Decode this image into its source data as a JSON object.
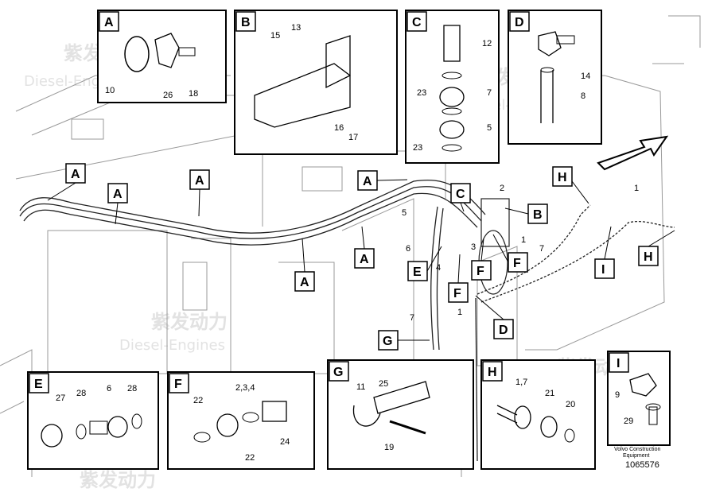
{
  "callouts": {
    "A1": "A",
    "A2": "A",
    "A3": "A",
    "A4": "A",
    "A5": "A",
    "A6": "A",
    "B": "B",
    "C": "C",
    "D": "D",
    "E": "E",
    "F1": "F",
    "F2": "F",
    "F3": "F",
    "G": "G",
    "H1": "H",
    "H2": "H",
    "I": "I"
  },
  "insets": {
    "A": {
      "letter": "A",
      "parts": [
        "10",
        "26",
        "18"
      ]
    },
    "B": {
      "letter": "B",
      "parts": [
        "13",
        "15",
        "16",
        "17"
      ]
    },
    "C": {
      "letter": "C",
      "parts": [
        "12",
        "23",
        "7",
        "5",
        "23"
      ]
    },
    "D": {
      "letter": "D",
      "parts": [
        "14",
        "8"
      ]
    },
    "E": {
      "letter": "E",
      "parts": [
        "27",
        "28",
        "6",
        "28"
      ]
    },
    "F": {
      "letter": "F",
      "parts": [
        "2,3,4",
        "22",
        "24",
        "22"
      ]
    },
    "G": {
      "letter": "G",
      "parts": [
        "11",
        "25",
        "19"
      ]
    },
    "H": {
      "letter": "H",
      "parts": [
        "1,7",
        "21",
        "20"
      ]
    },
    "I": {
      "letter": "I",
      "parts": [
        "9",
        "29"
      ]
    }
  },
  "main_labels": [
    "2",
    "1",
    "5",
    "6",
    "4",
    "3",
    "1",
    "7",
    "7",
    "1"
  ],
  "watermark": {
    "brand_cn": "紫发动力",
    "brand_en": "Diesel-Engines"
  },
  "footer": {
    "line1": "Volvo Construction",
    "line2": "Equipment",
    "part_no": "1065576"
  }
}
